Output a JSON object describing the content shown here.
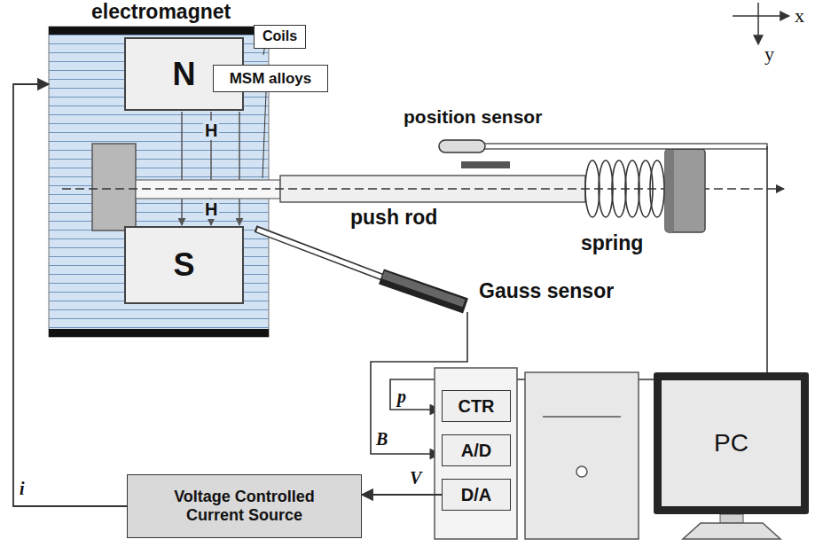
{
  "diagram": {
    "nodes": [
      {
        "text": [
          "electromagnet"
        ]
      },
      {
        "text": [
          "N"
        ],
        "in": 0
      },
      {
        "text": [
          "S"
        ],
        "in": 0
      },
      {
        "text": [
          "Coils"
        ]
      },
      {
        "text": [
          "MSM alloys"
        ]
      },
      {
        "text": [
          "CTR"
        ]
      },
      {
        "text": [
          "A/D"
        ]
      },
      {
        "text": [
          "D/A"
        ]
      },
      {
        "text": [
          "PC"
        ]
      },
      {
        "text": [
          "Voltage Controlled Current Source"
        ]
      }
    ],
    "edges": [
      {
        "from": 7,
        "to": 9,
        "arrow": "to",
        "label": "V"
      },
      {
        "from": 9,
        "to": 0,
        "arrow": "to",
        "label": "i"
      }
    ],
    "labels": [
      "x",
      "y",
      "H",
      "H",
      "position sensor",
      "push rod",
      "spring",
      "Gauss sensor",
      "p",
      "B"
    ]
  }
}
